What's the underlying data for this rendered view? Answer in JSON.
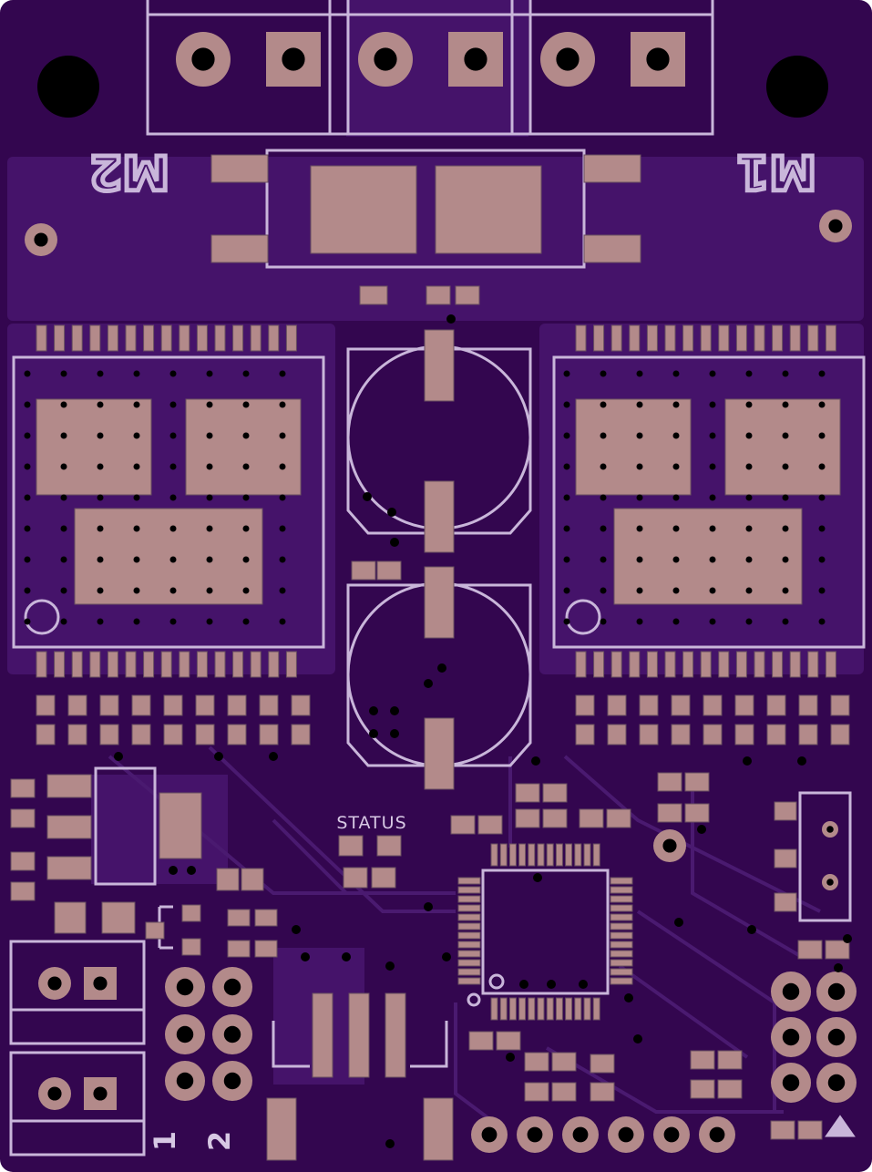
{
  "labels": {
    "motor_2": "M2",
    "motor_1": "M1",
    "status": "STATUS",
    "connector_1": "1",
    "connector_2": "2"
  },
  "colors": {
    "substrate": "#33064f",
    "pour": "#45136a",
    "pad": "#b38a8a",
    "silkscreen": "#c9b6da",
    "drill": "#000000"
  }
}
